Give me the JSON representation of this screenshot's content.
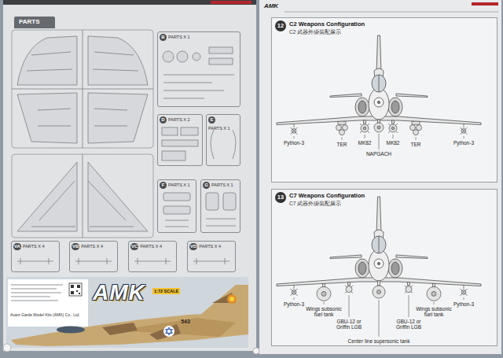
{
  "diagram": {
    "nodes": [
      {
        "text": [
          "PARTS"
        ]
      },
      {
        "text": [
          "B",
          "PARTS X 1"
        ]
      },
      {
        "text": [
          "D",
          "PARTS X 2"
        ]
      },
      {
        "text": [
          "E",
          "PARTS X 1"
        ]
      },
      {
        "text": [
          "F",
          "PARTS X 1"
        ]
      },
      {
        "text": [
          "G",
          "PARTS X 1"
        ]
      },
      {
        "text": [
          "VA",
          "PARTS X 4"
        ]
      },
      {
        "text": [
          "VB",
          "PARTS X 4"
        ]
      },
      {
        "text": [
          "VC",
          "PARTS X 4"
        ]
      },
      {
        "text": [
          "VD",
          "PARTS X 4"
        ]
      },
      {
        "text": [
          "AMK",
          "1:72 SCALE"
        ]
      },
      {
        "text": [
          "12",
          "C2 Weapons Configuration",
          "C2 武器外掛裝配展示"
        ]
      },
      {
        "text": [
          "13",
          "C7 Weapons Configuration",
          "C7 武器外掛裝配展示"
        ]
      }
    ],
    "labels": [
      "AMK",
      "Python-3",
      "TER",
      "MK82",
      "NAPGACH",
      "MK82",
      "TER",
      "Python-3",
      "Python-3",
      "Wings subsonic fuel tank",
      "GBU-12 or Griffin LGB",
      "Center line supersonic tank",
      "GBU-12 or Griffin LGB",
      "Wings subsonic fuel tank",
      "Python-3",
      "543",
      "Avant Garde Model Kits (AMK) Co., Ltd."
    ]
  }
}
